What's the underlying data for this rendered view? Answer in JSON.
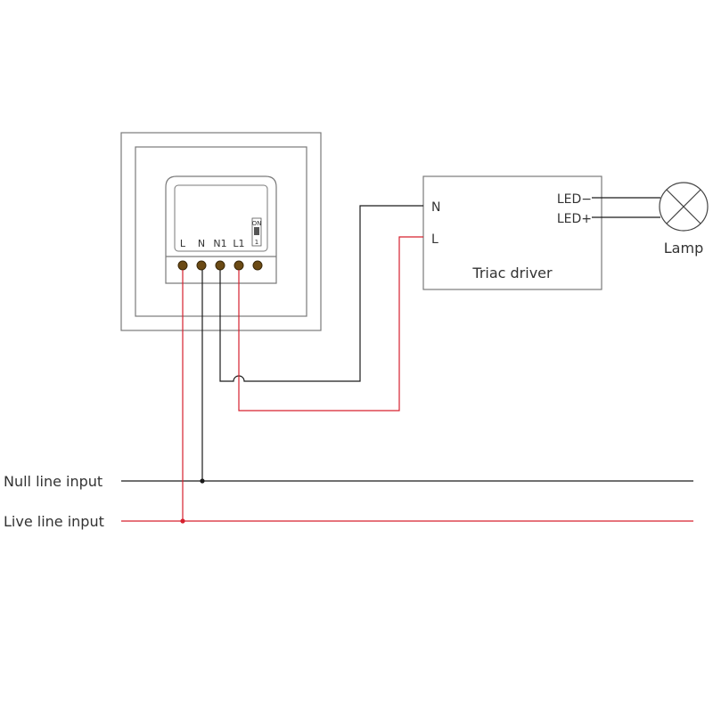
{
  "switch_module": {
    "terminals": [
      "L",
      "N",
      "N1",
      "L1"
    ],
    "dip_switch": {
      "on_label": "ON",
      "position_label": "1"
    }
  },
  "driver": {
    "title": "Triac driver",
    "input_n": "N",
    "input_l": "L",
    "output_minus": "LED−",
    "output_plus": "LED+"
  },
  "lamp": {
    "label": "Lamp"
  },
  "lines": {
    "null_input": "Null line input",
    "live_input": "Live line input"
  },
  "colors": {
    "neutral_wire": "#1a1a1a",
    "live_wire": "#d6202e",
    "frame": "#7a7a7a",
    "terminal_fill": "#6b4a14"
  }
}
